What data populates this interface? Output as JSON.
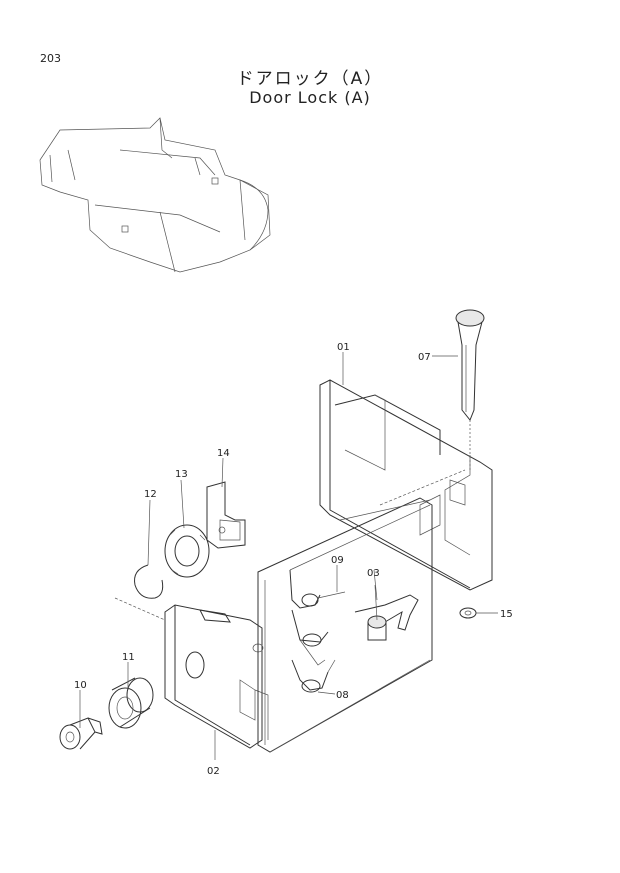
{
  "page": {
    "number": "203"
  },
  "title": {
    "japanese": "ドアロック（A）",
    "english": "Door Lock (A)"
  },
  "callouts": [
    {
      "id": "01"
    },
    {
      "id": "02"
    },
    {
      "id": "03"
    },
    {
      "id": "07"
    },
    {
      "id": "08"
    },
    {
      "id": "09"
    },
    {
      "id": "10"
    },
    {
      "id": "11"
    },
    {
      "id": "12"
    },
    {
      "id": "13"
    },
    {
      "id": "14"
    },
    {
      "id": "15"
    }
  ]
}
